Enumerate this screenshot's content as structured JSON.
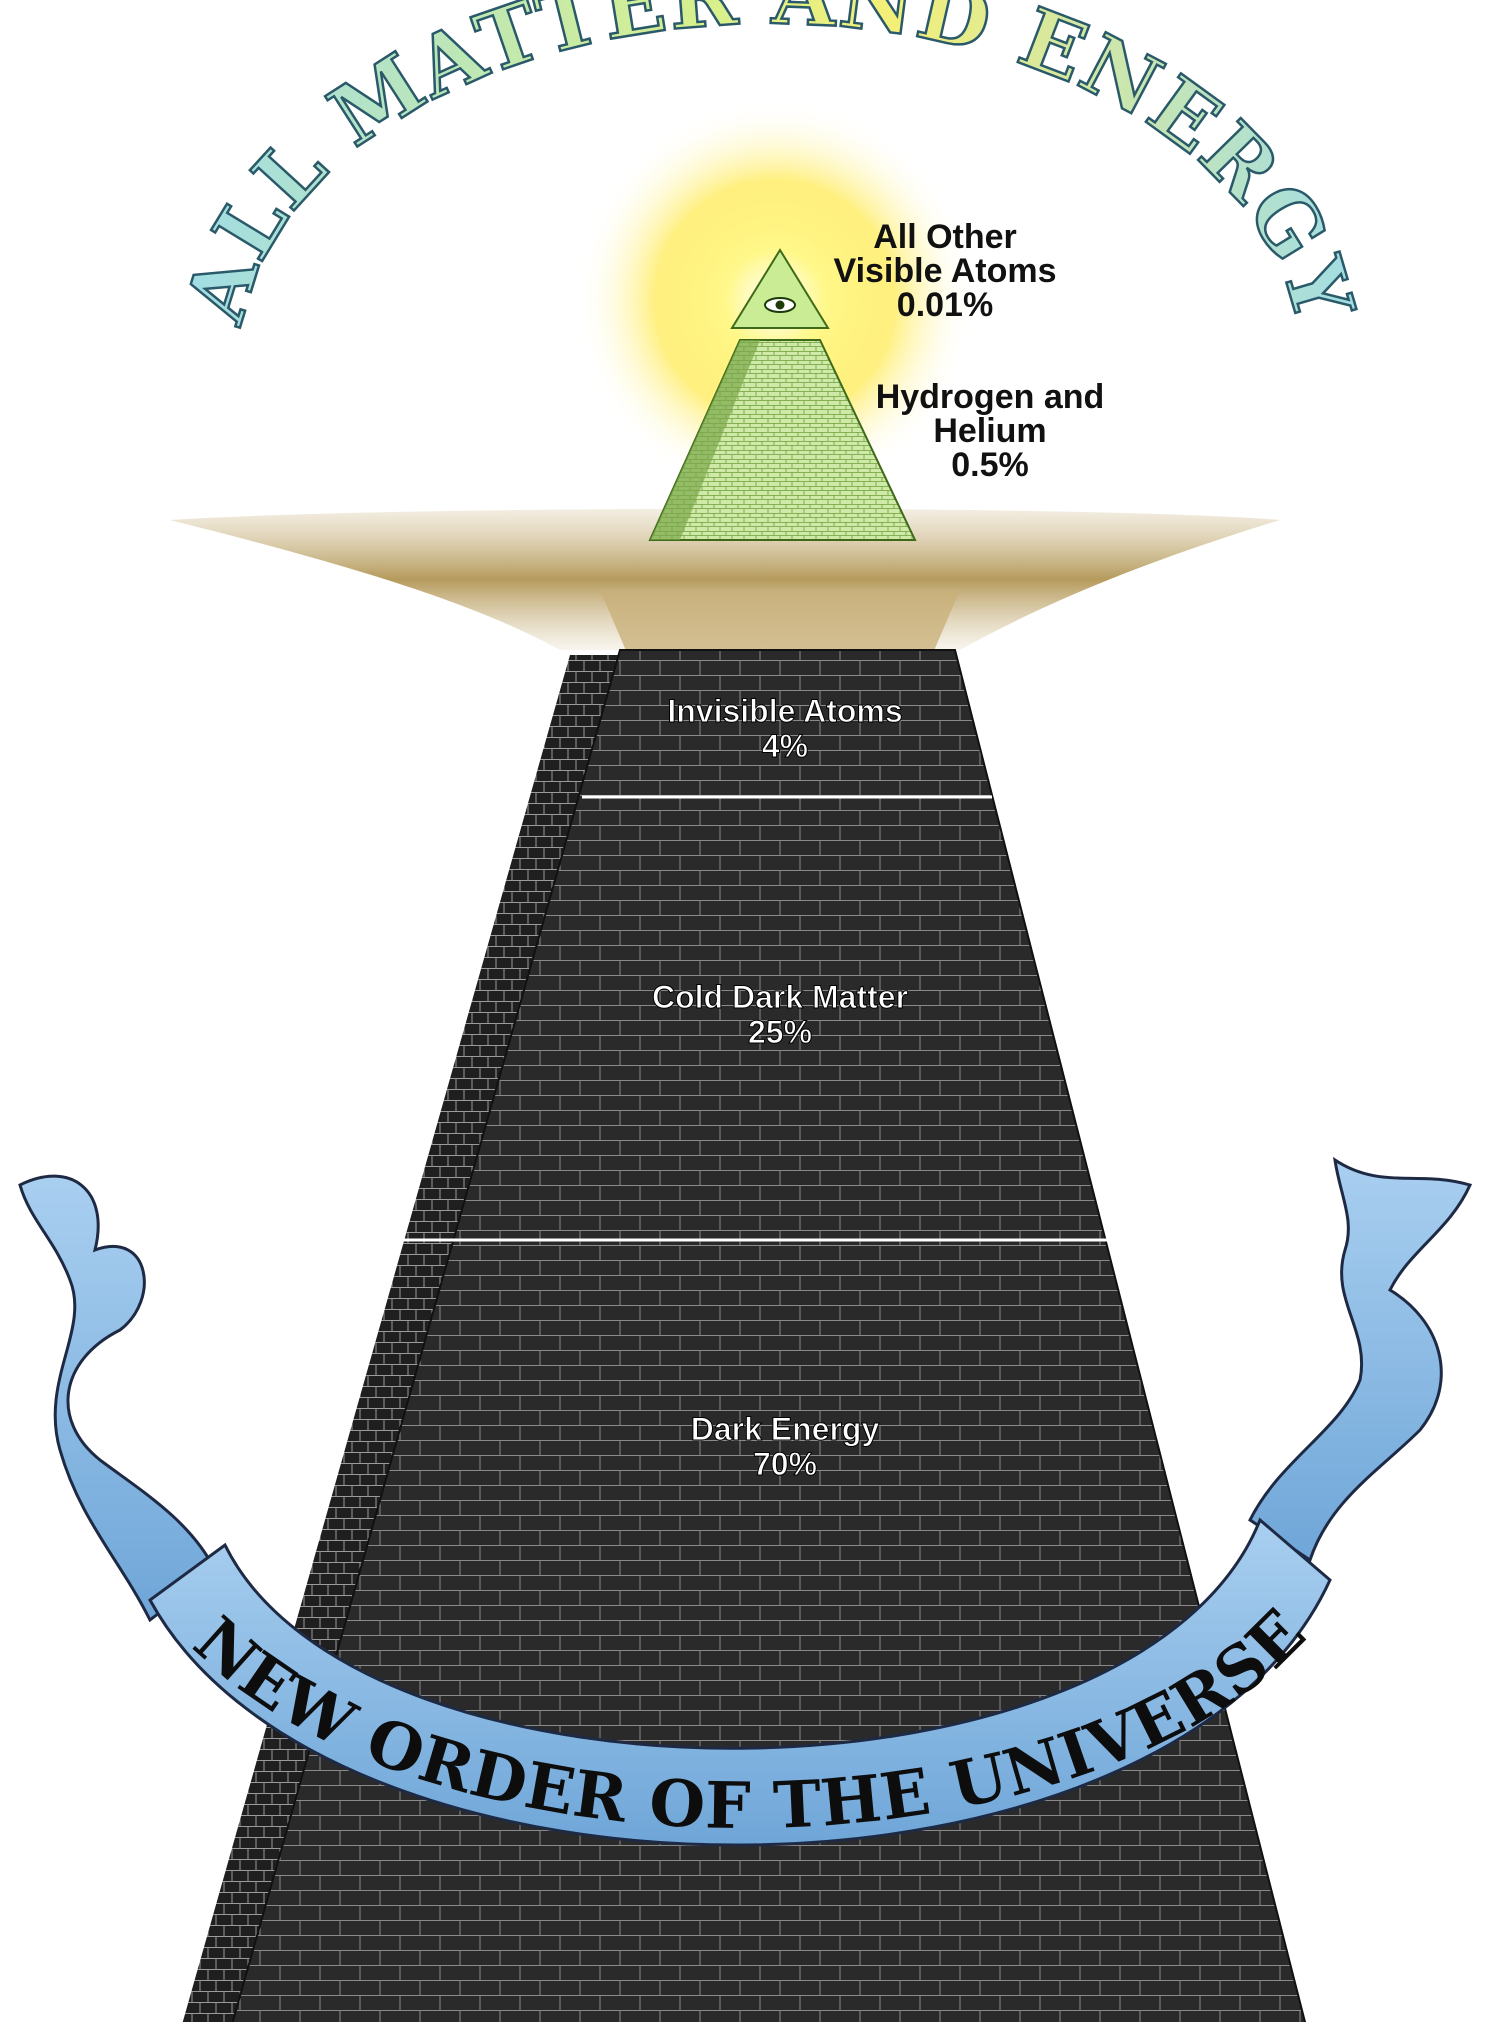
{
  "title_top": "ALL MATTER AND ENERGY",
  "title_bottom": "NEW ORDER OF THE UNIVERSE",
  "colors": {
    "title_gradient_start": "#9fdce8",
    "title_gradient_mid": "#d7f28a",
    "title_gradient_end": "#f2f07a",
    "pyramid_dark": "#2b2b2b",
    "brick_line": "#8a8a8a",
    "small_pyramid": "#9bcf6a",
    "glow": "#fff36a",
    "ribbon": "#8fbde6",
    "ground": "#b59a5c"
  },
  "top_labels": {
    "other_atoms": [
      "All Other",
      "Visible Atoms",
      "0.01%"
    ],
    "hydrogen_helium": [
      "Hydrogen and",
      "Helium",
      "0.5%"
    ]
  },
  "layers": [
    {
      "name": "Invisible Atoms",
      "percent": "4%"
    },
    {
      "name": "Cold Dark Matter",
      "percent": "25%"
    },
    {
      "name": "Dark Energy",
      "percent": "70%"
    }
  ],
  "icons": [
    "all-seeing-eye-icon",
    "ribbon-banner-icon",
    "sunburst-icon"
  ]
}
